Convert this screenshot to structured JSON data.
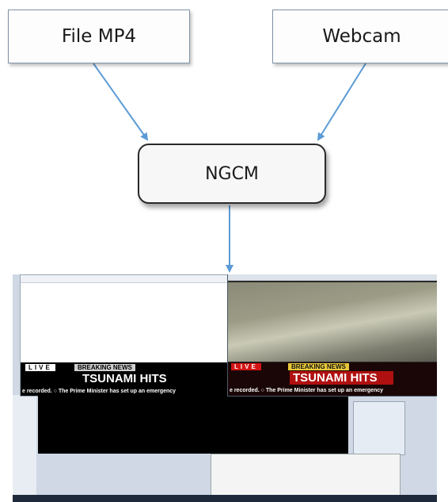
{
  "nodes": {
    "file_mp4": "File MP4",
    "webcam": "Webcam",
    "ngcm": "NGCM"
  },
  "screenshot": {
    "left_window": {
      "live": "LIVE",
      "breaking": "BREAKING NEWS",
      "headline": "TSUNAMI HITS",
      "ticker": "e recorded.   ○  The Prime Minister has set up an emergency"
    },
    "right_window": {
      "live": "LIVE",
      "breaking": "BREAKING NEWS",
      "headline": "TSUNAMI HITS",
      "ticker": "e recorded.   ○  The Prime Minister has set up an emergency"
    }
  },
  "colors": {
    "arrow": "#5b9bd5",
    "box_border": "#7f93a6",
    "ngcm_border": "#2a2a2a"
  }
}
